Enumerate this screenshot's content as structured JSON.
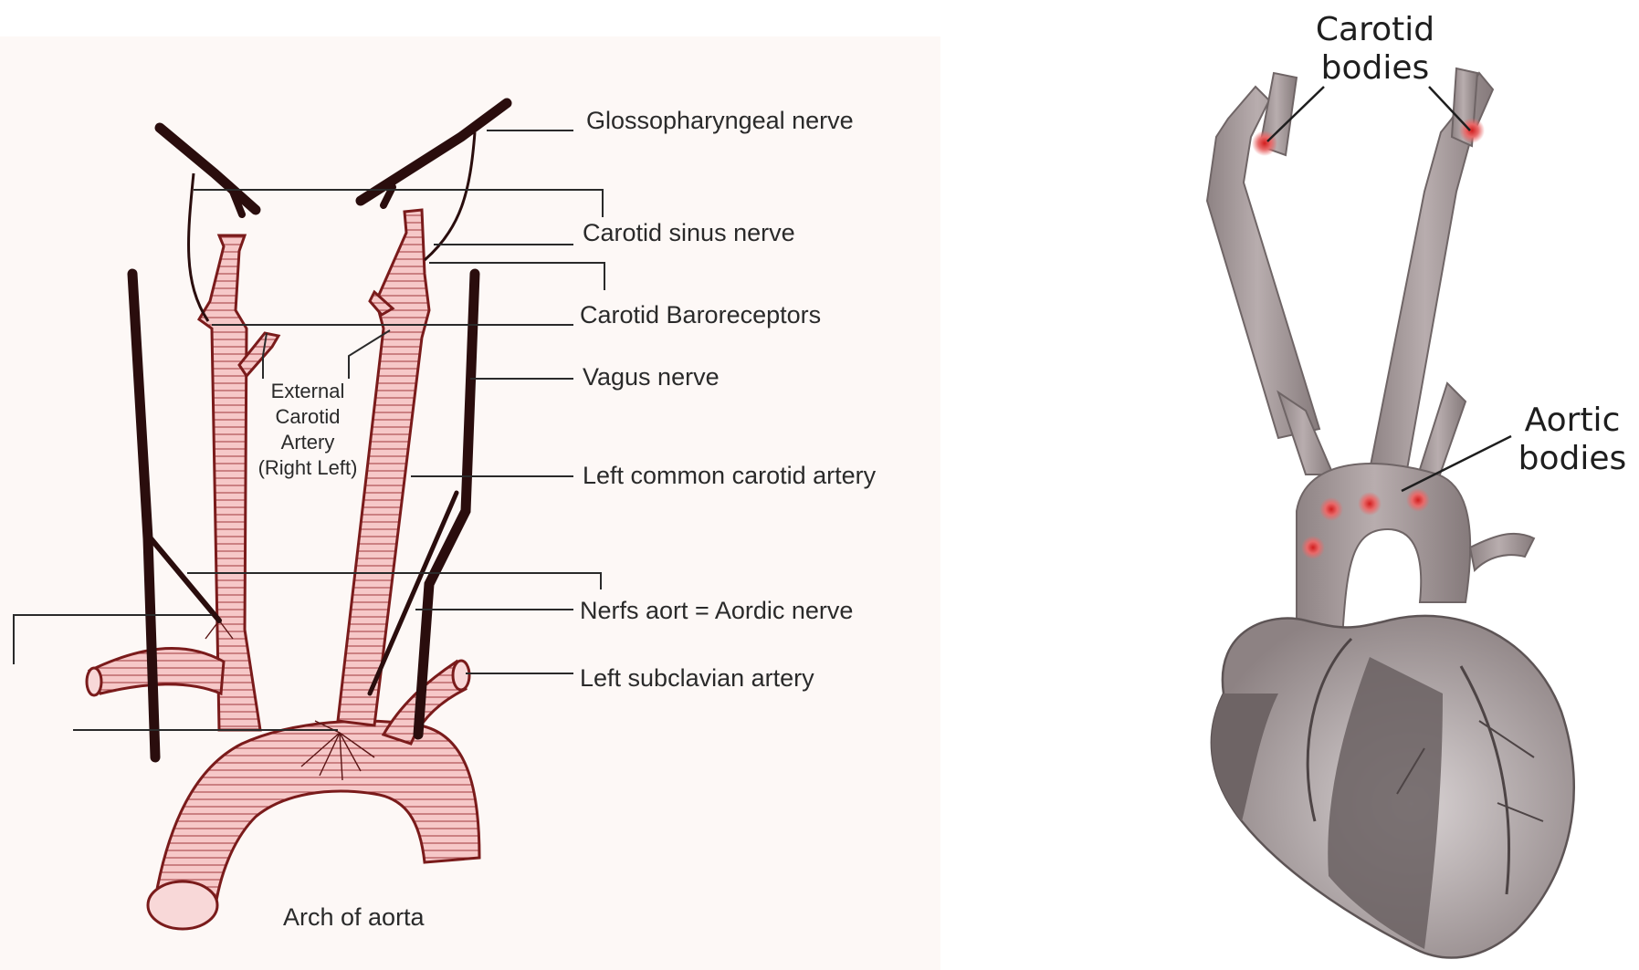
{
  "left_diagram": {
    "labels": {
      "glossopharyngeal": "Glossopharyngeal nerve",
      "carotid_sinus": "Carotid sinus nerve",
      "baroreceptors": "Carotid Baroreceptors",
      "vagus": "Vagus nerve",
      "left_common_carotid": "Left common carotid artery",
      "aortic_nerve": "Nerfs aort = Aordic nerve",
      "left_subclavian": "Left subclavian artery",
      "arch": "Arch of aorta",
      "external_line1": "External",
      "external_line2": "Carotid",
      "external_line3": "Artery",
      "external_line4": "(Right  Left)"
    }
  },
  "right_diagram": {
    "labels": {
      "carotid_line1": "Carotid",
      "carotid_line2": "bodies",
      "aortic_line1": "Aortic",
      "aortic_line2": "bodies"
    }
  },
  "colors": {
    "artery_fill": "#f6c8c8",
    "artery_stroke": "#7a1b1b",
    "nerve": "#2a0d0d",
    "background_left": "#fdf8f6",
    "vessel_grey": "#9a8f90",
    "body_marker": "#e25c5c"
  }
}
